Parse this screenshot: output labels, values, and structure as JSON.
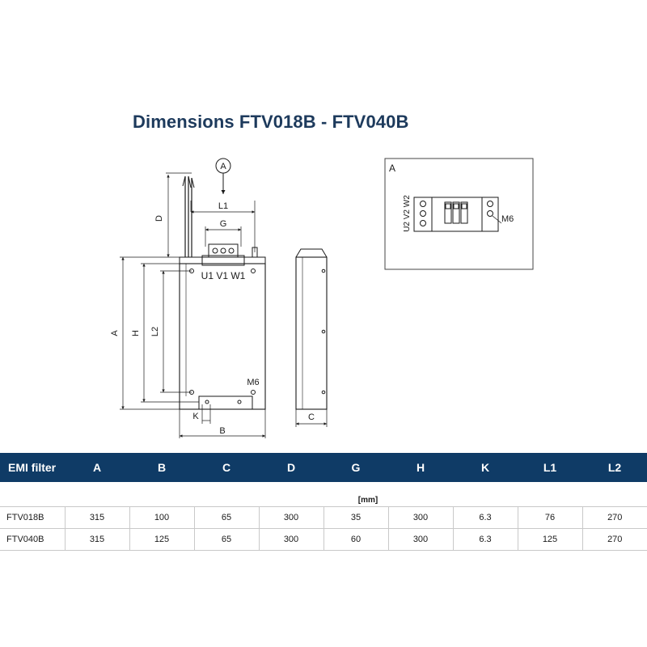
{
  "title": "Dimensions FTV018B - FTV040B",
  "callout": "A",
  "front_labels": {
    "d": "D",
    "l1": "L1",
    "g": "G",
    "terminals": "U1 V1 W1",
    "a": "A",
    "h": "H",
    "l2": "L2",
    "m6": "M6",
    "k": "K",
    "b": "B"
  },
  "side_labels": {
    "c": "C"
  },
  "detail": {
    "label": "A",
    "terminals": "U2 V2 W2",
    "m6": "M6"
  },
  "table": {
    "headers": [
      "EMI filter",
      "A",
      "B",
      "C",
      "D",
      "G",
      "H",
      "K",
      "L1",
      "L2"
    ],
    "unit": "[mm]",
    "rows": [
      [
        "FTV018B",
        "315",
        "100",
        "65",
        "300",
        "35",
        "300",
        "6.3",
        "76",
        "270"
      ],
      [
        "FTV040B",
        "315",
        "125",
        "65",
        "300",
        "60",
        "300",
        "6.3",
        "125",
        "270"
      ]
    ]
  },
  "colors": {
    "title": "#1d3a5c",
    "header_bg": "#0f3b66"
  }
}
